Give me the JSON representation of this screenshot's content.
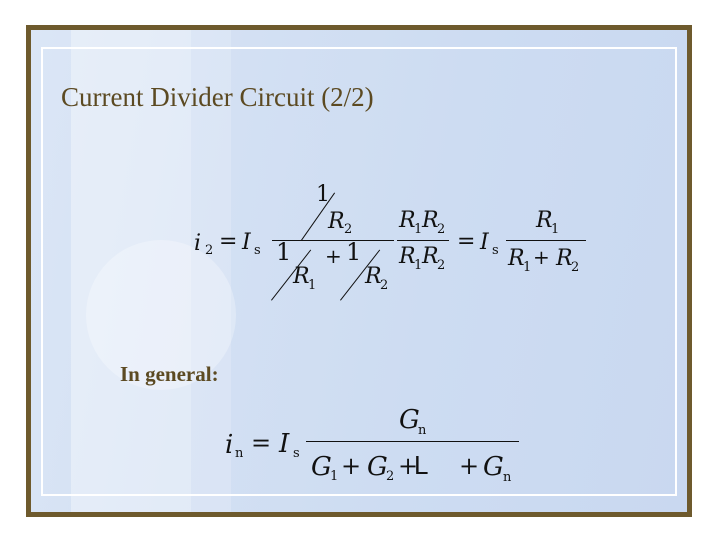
{
  "slide": {
    "title": "Current Divider Circuit (2/2)",
    "subheading": "In general:"
  },
  "equation1": {
    "lhs": "i",
    "lhs_sub": "2",
    "eq": "=",
    "source": "I",
    "source_sub": "s",
    "num_one": "1",
    "r": "R",
    "sub1": "1",
    "sub2": "2",
    "plus": "+",
    "den_one_a": "1",
    "den_one_b": "1"
  },
  "equation2": {
    "lhs": "i",
    "lhs_sub": "n",
    "eq": "=",
    "source": "I",
    "source_sub": "s",
    "g": "G",
    "sub_n": "n",
    "sub1": "1",
    "sub2": "2",
    "plus": "+",
    "ellipsis": "L"
  },
  "colors": {
    "frame": "#6e5a2d",
    "title_text": "#5c4a22",
    "background": "#cddcf2"
  }
}
